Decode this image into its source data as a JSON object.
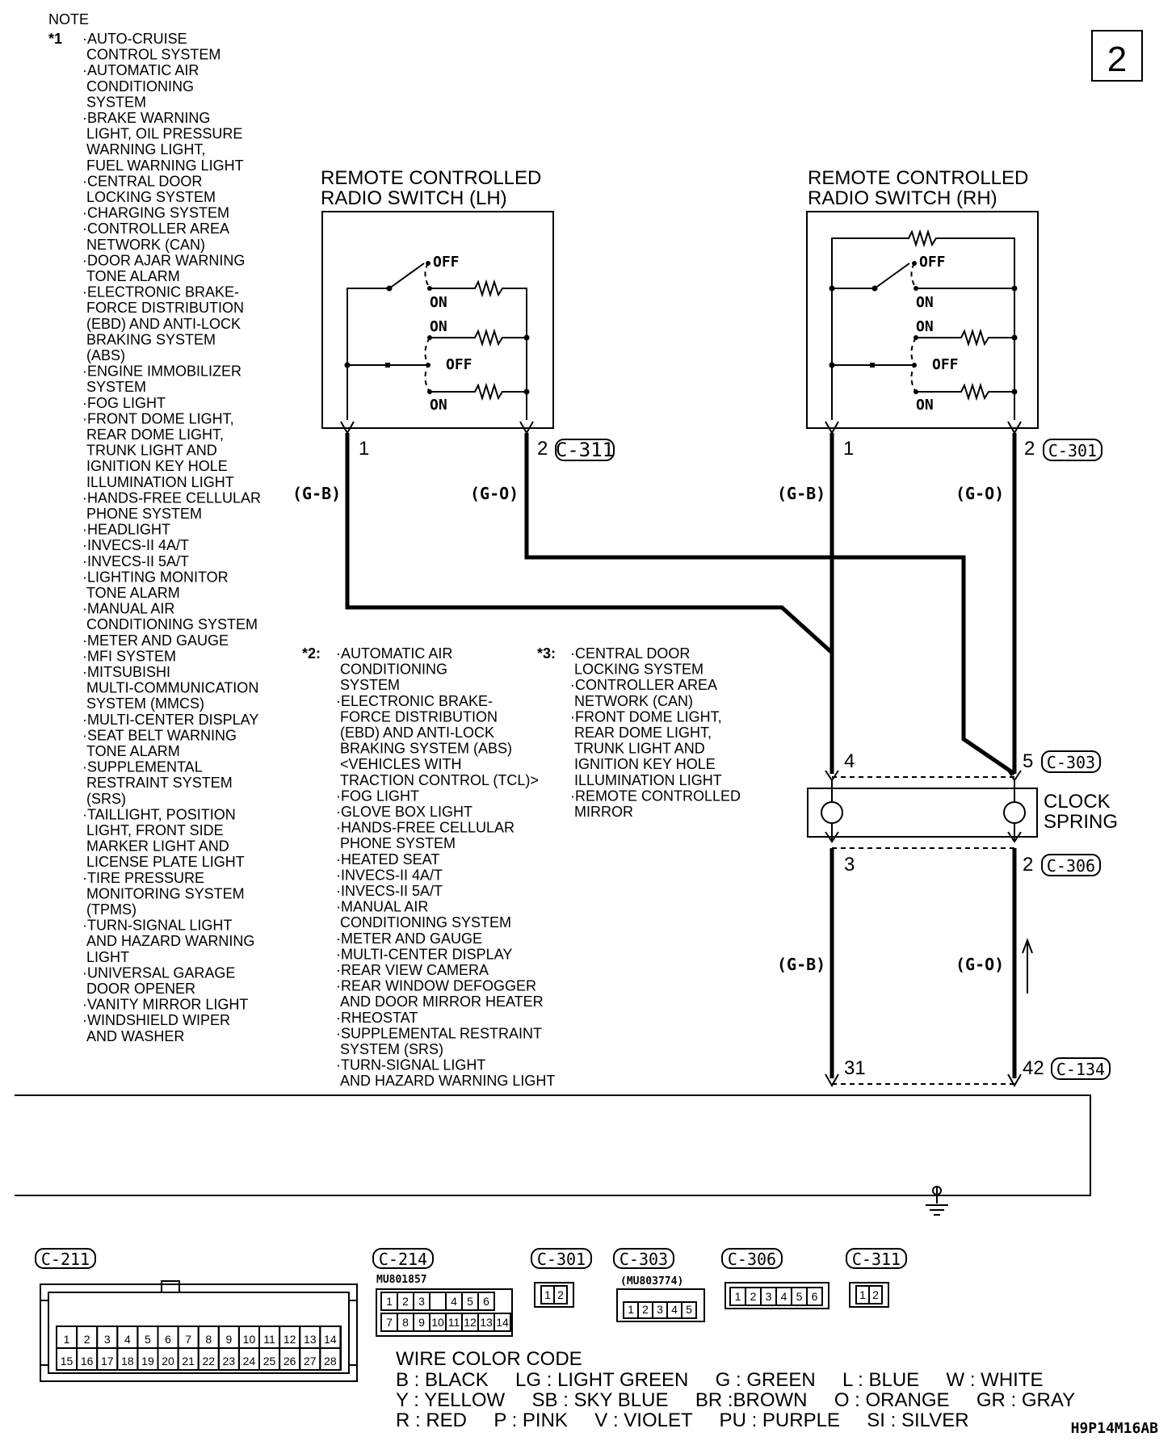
{
  "page_tag": "2",
  "note": {
    "title": "NOTE",
    "note1": {
      "mark": "*1",
      "items": [
        [
          "AUTO-CRUISE",
          "CONTROL SYSTEM"
        ],
        [
          "AUTOMATIC AIR",
          "CONDITIONING",
          "SYSTEM"
        ],
        [
          "BRAKE WARNING",
          "LIGHT, OIL PRESSURE",
          "WARNING LIGHT,",
          "FUEL WARNING LIGHT"
        ],
        [
          "CENTRAL DOOR",
          "LOCKING SYSTEM"
        ],
        [
          "CHARGING SYSTEM"
        ],
        [
          "CONTROLLER AREA",
          "NETWORK (CAN)"
        ],
        [
          "DOOR AJAR WARNING",
          "TONE ALARM"
        ],
        [
          "ELECTRONIC BRAKE-",
          "FORCE DISTRIBUTION",
          "(EBD) AND ANTI-LOCK",
          "BRAKING SYSTEM",
          "(ABS)"
        ],
        [
          "ENGINE IMMOBILIZER",
          "SYSTEM"
        ],
        [
          "FOG LIGHT"
        ],
        [
          "FRONT DOME LIGHT,",
          "REAR DOME LIGHT,",
          "TRUNK LIGHT AND",
          "IGNITION KEY HOLE",
          "ILLUMINATION LIGHT"
        ],
        [
          "HANDS-FREE CELLULAR",
          "PHONE SYSTEM"
        ],
        [
          "HEADLIGHT"
        ],
        [
          "INVECS-II 4A/T"
        ],
        [
          "INVECS-II 5A/T"
        ],
        [
          "LIGHTING MONITOR",
          "TONE ALARM"
        ],
        [
          "MANUAL AIR",
          "CONDITIONING SYSTEM"
        ],
        [
          "METER AND GAUGE"
        ],
        [
          "MFI SYSTEM"
        ],
        [
          "MITSUBISHI",
          "MULTI-COMMUNICATION",
          "SYSTEM (MMCS)"
        ],
        [
          "MULTI-CENTER DISPLAY"
        ],
        [
          "SEAT BELT WARNING",
          "TONE ALARM"
        ],
        [
          "SUPPLEMENTAL",
          "RESTRAINT SYSTEM",
          "(SRS)"
        ],
        [
          "TAILLIGHT, POSITION",
          "LIGHT, FRONT SIDE",
          "MARKER LIGHT AND",
          "LICENSE PLATE LIGHT"
        ],
        [
          "TIRE PRESSURE",
          "MONITORING SYSTEM",
          "(TPMS)"
        ],
        [
          "TURN-SIGNAL LIGHT",
          "AND HAZARD WARNING",
          "LIGHT"
        ],
        [
          "UNIVERSAL GARAGE",
          "DOOR OPENER"
        ],
        [
          "VANITY MIRROR LIGHT"
        ],
        [
          "WINDSHIELD WIPER",
          "AND WASHER"
        ]
      ]
    },
    "note2": {
      "mark": "*2:",
      "items": [
        [
          "AUTOMATIC AIR",
          "CONDITIONING",
          "SYSTEM"
        ],
        [
          "ELECTRONIC BRAKE-",
          "FORCE DISTRIBUTION",
          "(EBD) AND ANTI-LOCK",
          "BRAKING SYSTEM (ABS)",
          "<VEHICLES WITH",
          "TRACTION CONTROL (TCL)>"
        ],
        [
          "FOG LIGHT"
        ],
        [
          "GLOVE BOX LIGHT"
        ],
        [
          "HANDS-FREE CELLULAR",
          "PHONE SYSTEM"
        ],
        [
          "HEATED SEAT"
        ],
        [
          "INVECS-II 4A/T"
        ],
        [
          "INVECS-II 5A/T"
        ],
        [
          "MANUAL AIR",
          "CONDITIONING SYSTEM"
        ],
        [
          "METER AND GAUGE"
        ],
        [
          "MULTI-CENTER DISPLAY"
        ],
        [
          "REAR VIEW CAMERA"
        ],
        [
          "REAR WINDOW DEFOGGER",
          "AND DOOR MIRROR HEATER"
        ],
        [
          "RHEOSTAT"
        ],
        [
          "SUPPLEMENTAL RESTRAINT",
          "SYSTEM (SRS)"
        ],
        [
          "TURN-SIGNAL LIGHT",
          "AND HAZARD WARNING LIGHT"
        ]
      ]
    },
    "note3": {
      "mark": "*3:",
      "items": [
        [
          "CENTRAL DOOR",
          "LOCKING SYSTEM"
        ],
        [
          "CONTROLLER AREA",
          "NETWORK (CAN)"
        ],
        [
          "FRONT DOME LIGHT,",
          "REAR DOME LIGHT,",
          "TRUNK LIGHT AND",
          "IGNITION KEY HOLE",
          "ILLUMINATION LIGHT"
        ],
        [
          "REMOTE CONTROLLED",
          "MIRROR"
        ]
      ]
    }
  },
  "switch_lh": {
    "title_line1": "REMOTE CONTROLLED",
    "title_line2": "RADIO SWITCH (LH)",
    "pin1": "1",
    "pin2": "2",
    "connector": "C-311",
    "wire1": "(G-B)",
    "wire2": "(G-O)"
  },
  "switch_rh": {
    "title_line1": "REMOTE CONTROLLED",
    "title_line2": "RADIO SWITCH (RH)",
    "pin1": "1",
    "pin2": "2",
    "connector": "C-301",
    "wire1": "(G-B)",
    "wire2": "(G-O)"
  },
  "switch_states": {
    "off": "OFF",
    "on": "ON"
  },
  "clock_spring": {
    "label_line1": "CLOCK",
    "label_line2": "SPRING",
    "top_pin_left": "4",
    "top_pin_right": "5",
    "top_connector": "C-303",
    "bottom_pin_left": "3",
    "bottom_pin_right": "2",
    "bottom_connector": "C-306"
  },
  "lower_wires": {
    "left": "(G-B)",
    "right": "(G-O)"
  },
  "bottom_connector": {
    "pin_left": "31",
    "pin_right": "42",
    "connector": "C-134"
  },
  "connectors": {
    "c211": {
      "name": "C-211",
      "row1": [
        "1",
        "2",
        "3",
        "4",
        "5",
        "6",
        "7",
        "8",
        "9",
        "10",
        "11",
        "12",
        "13",
        "14"
      ],
      "row2": [
        "15",
        "16",
        "17",
        "18",
        "19",
        "20",
        "21",
        "22",
        "23",
        "24",
        "25",
        "26",
        "27",
        "28"
      ]
    },
    "c214": {
      "name": "C-214",
      "part": "MU801857",
      "row1": [
        "1",
        "2",
        "3",
        "",
        "4",
        "5",
        "6"
      ],
      "row2": [
        "7",
        "8",
        "9",
        "10",
        "11",
        "12",
        "13",
        "14"
      ]
    },
    "c301": {
      "name": "C-301",
      "pins": [
        "1",
        "2"
      ]
    },
    "c303": {
      "name": "C-303",
      "part": "(MU803774)",
      "pins": [
        "1",
        "2",
        "3",
        "4",
        "5"
      ]
    },
    "c306": {
      "name": "C-306",
      "pins": [
        "1",
        "2",
        "3",
        "4",
        "5",
        "6"
      ]
    },
    "c311": {
      "name": "C-311",
      "pins": [
        "1",
        "2"
      ]
    }
  },
  "wire_color_code": {
    "title": "WIRE COLOR CODE",
    "line1": "B : BLACK     LG : LIGHT GREEN     G : GREEN     L : BLUE     W : WHITE",
    "line2": "Y : YELLOW     SB : SKY BLUE     BR :BROWN     O : ORANGE     GR : GRAY",
    "line3": "R : RED     P : PINK     V : VIOLET     PU : PURPLE     SI : SILVER"
  },
  "figure_code": "H9P14M16AB"
}
